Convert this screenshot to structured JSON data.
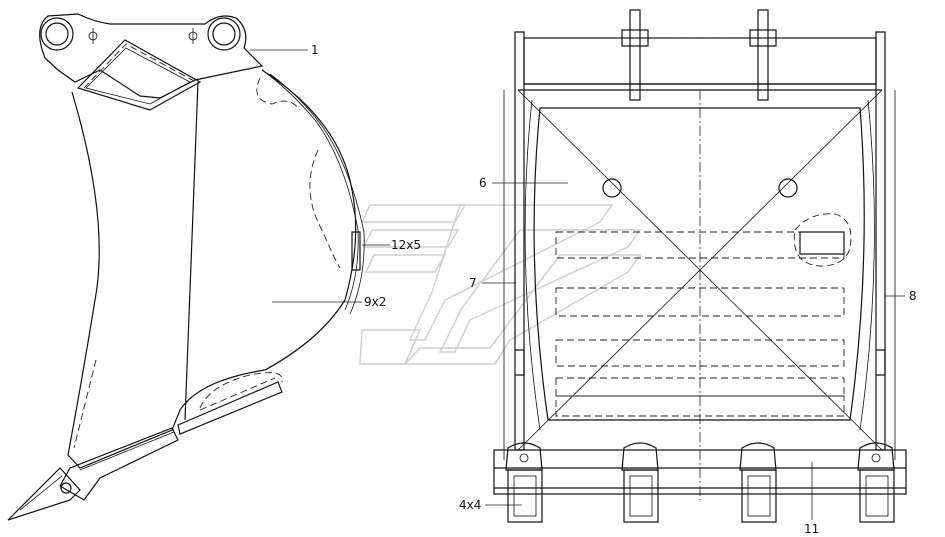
{
  "callouts": {
    "part_1": "1",
    "part_6": "6",
    "part_7": "7",
    "part_8": "8",
    "part_11": "11",
    "part_12x5": "12x5",
    "part_9x2": "9x2",
    "part_4x4": "4x4"
  },
  "colors": {
    "line": "#111111",
    "watermark": "#cfcfcf",
    "background": "#ffffff"
  }
}
